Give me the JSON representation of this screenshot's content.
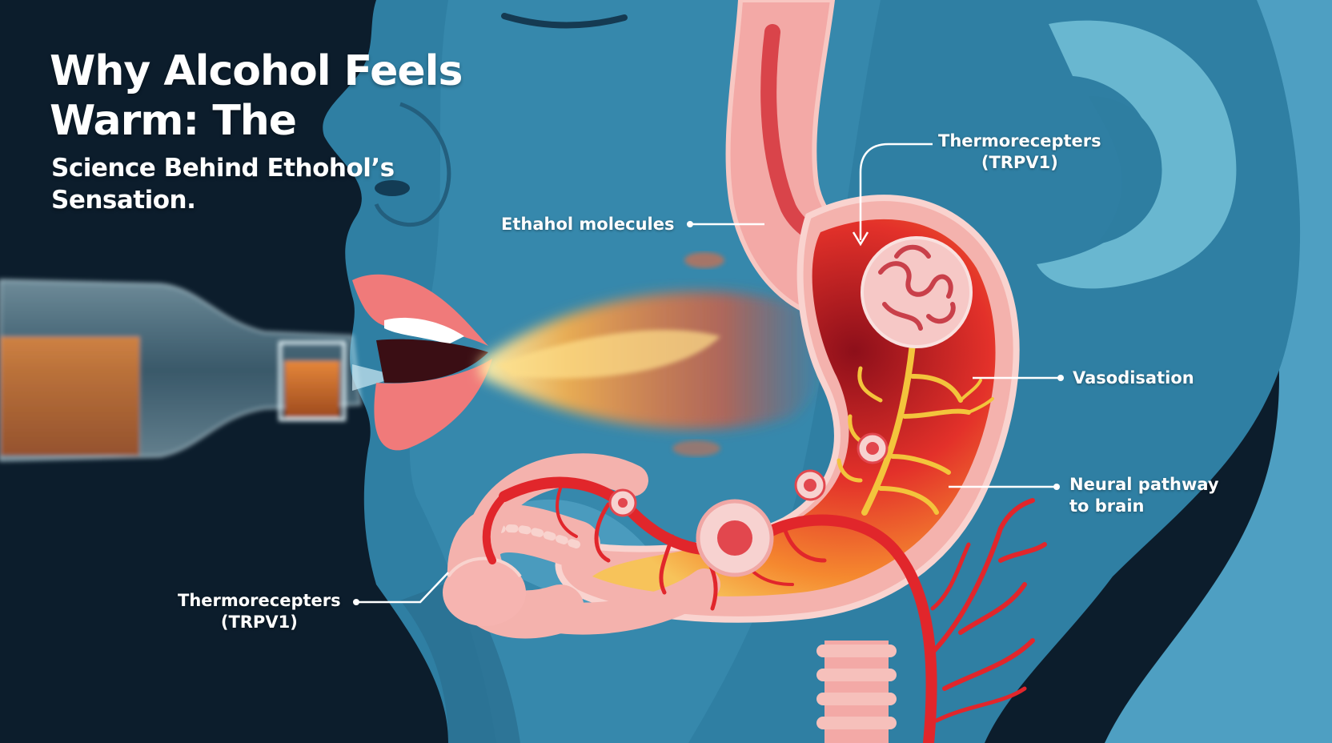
{
  "title": {
    "line1": "Why Alcohol Feels",
    "line2": "Warm: The"
  },
  "subtitle": {
    "line1": "Science Behind Ethohol’s",
    "line2": "Sensation."
  },
  "labels": {
    "thermoreceptors_top": {
      "line1": "Thermorecepters",
      "line2": "(TRPV1)"
    },
    "ethanol_molecules": "Ethahol molecules",
    "vasodilation": "Vasodisation",
    "neural_pathway": {
      "line1": "Neural pathway",
      "line2": "to brain"
    },
    "thermoreceptors_bottom": {
      "line1": "Thermorecepters",
      "line2": "(TRPV1)"
    }
  },
  "colors": {
    "background": "#0c1d2c",
    "skin": "#3a87a8",
    "skin_light": "#69b7d0",
    "tissue": "#f0a6a6",
    "heat": "#f05a2a",
    "nerve": "#f3c43c",
    "vessel": "#e1262b"
  }
}
